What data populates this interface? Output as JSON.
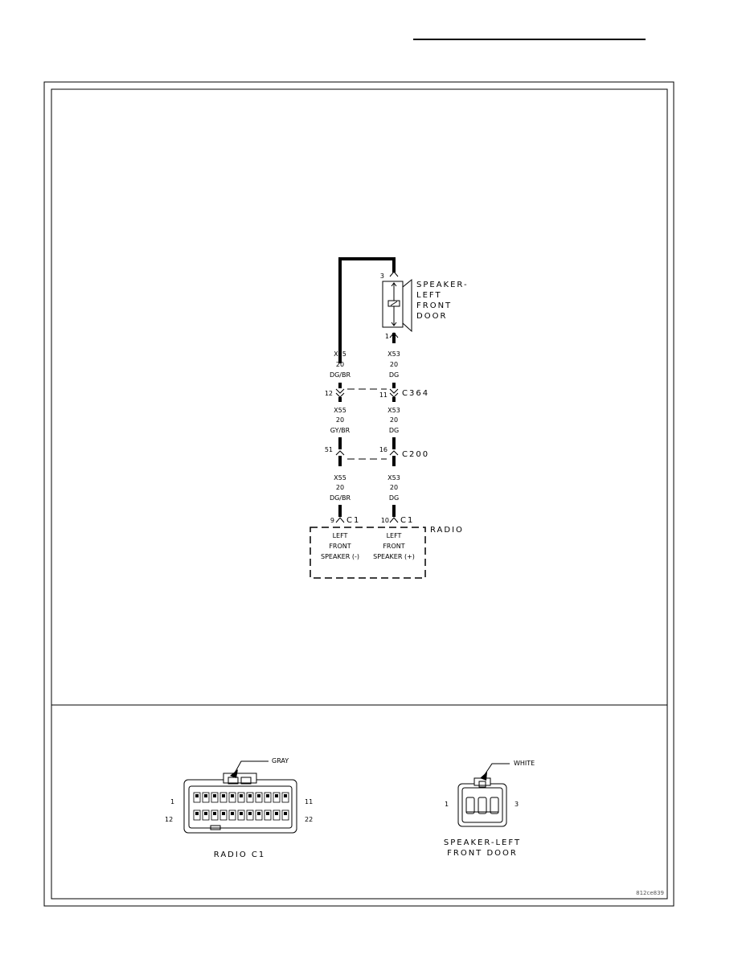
{
  "wires": {
    "left": {
      "upper": {
        "circuit": "X55",
        "gauge": "20",
        "color": "DG/BR"
      },
      "middle": {
        "circuit": "X55",
        "gauge": "20",
        "color": "GY/BR"
      },
      "lower": {
        "circuit": "X55",
        "gauge": "20",
        "color": "DG/BR"
      }
    },
    "right": {
      "upper": {
        "circuit": "X53",
        "gauge": "20",
        "color": "DG"
      },
      "middle": {
        "circuit": "X53",
        "gauge": "20",
        "color": "DG"
      },
      "lower": {
        "circuit": "X53",
        "gauge": "20",
        "color": "DG"
      }
    }
  },
  "speaker": {
    "name_lines": [
      "SPEAKER-",
      "LEFT",
      "FRONT",
      "DOOR"
    ],
    "pin_top": "3",
    "pin_bottom": "1"
  },
  "connectors": {
    "c364": {
      "name": "C364",
      "pin_left": "12",
      "pin_right": "11"
    },
    "c200": {
      "name": "C200",
      "pin_left": "51",
      "pin_right": "16"
    },
    "radio_c1": {
      "pin_left": "9",
      "pin_right": "10",
      "label_left": "C1",
      "label_right": "C1"
    }
  },
  "radio": {
    "name": "RADIO",
    "left_function": [
      "LEFT",
      "FRONT",
      "SPEAKER (-)"
    ],
    "right_function": [
      "LEFT",
      "FRONT",
      "SPEAKER (+)"
    ]
  },
  "connector_views": {
    "radio_c1": {
      "color": "GRAY",
      "caption": "RADIO C1",
      "pin_top_left": "1",
      "pin_bottom_left": "12",
      "pin_top_right": "11",
      "pin_bottom_right": "22"
    },
    "speaker": {
      "color": "WHITE",
      "caption_lines": [
        "SPEAKER-LEFT",
        "FRONT DOOR"
      ],
      "pin_left": "1",
      "pin_right": "3"
    }
  },
  "figure_id": "812ce839"
}
